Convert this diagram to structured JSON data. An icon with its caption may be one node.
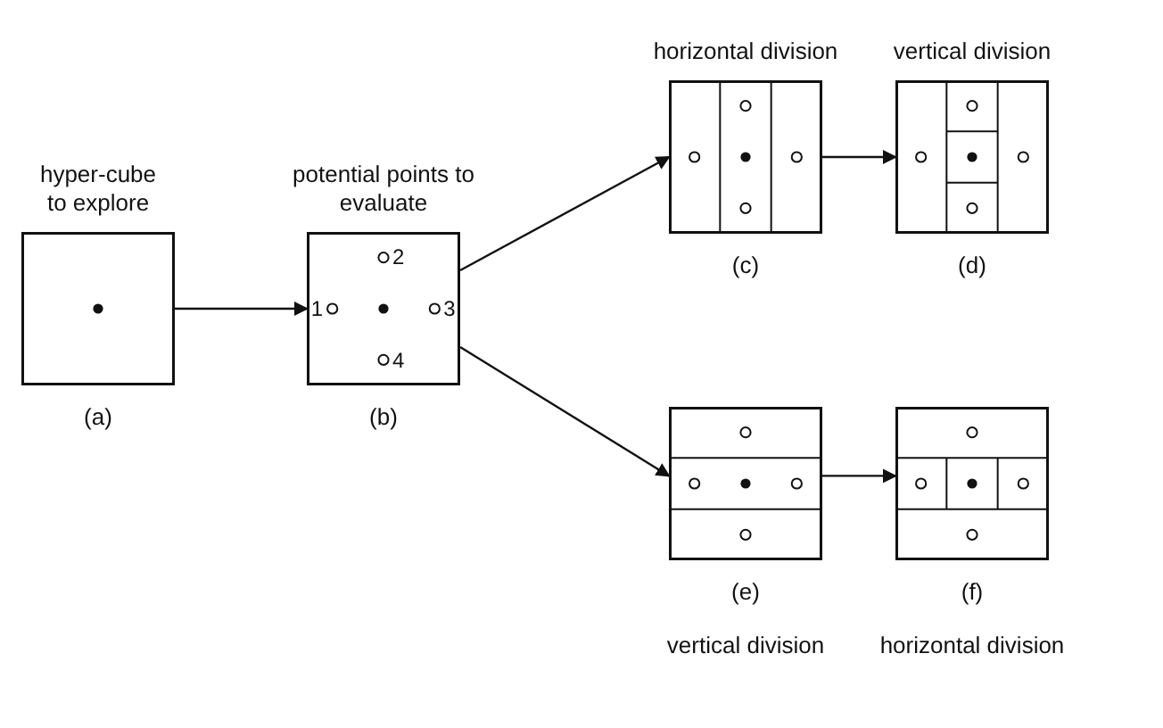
{
  "diagram": {
    "nodes": [
      {
        "text": [
          "hyper-cube to explore"
        ],
        "beside": [
          "(a)"
        ]
      },
      {
        "text": [
          "potential points to evaluate"
        ],
        "beside": [
          "(b)"
        ]
      },
      {
        "text": [
          "horizontal division"
        ],
        "beside": [
          "(c)"
        ]
      },
      {
        "text": [
          "vertical division"
        ],
        "beside": [
          "(d)"
        ]
      },
      {
        "text": [
          "vertical division"
        ],
        "beside": [
          "(e)"
        ]
      },
      {
        "text": [
          "horizontal division"
        ],
        "beside": [
          "(f)"
        ]
      }
    ],
    "edges": [
      {
        "from": 0,
        "to": 1,
        "arrow": "to"
      },
      {
        "from": 1,
        "to": 2,
        "arrow": "to"
      },
      {
        "from": 1,
        "to": 4,
        "arrow": "to"
      },
      {
        "from": 2,
        "to": 3,
        "arrow": "to"
      },
      {
        "from": 4,
        "to": 5,
        "arrow": "to"
      }
    ],
    "labels": [
      "2",
      "1",
      "3",
      "4"
    ]
  }
}
